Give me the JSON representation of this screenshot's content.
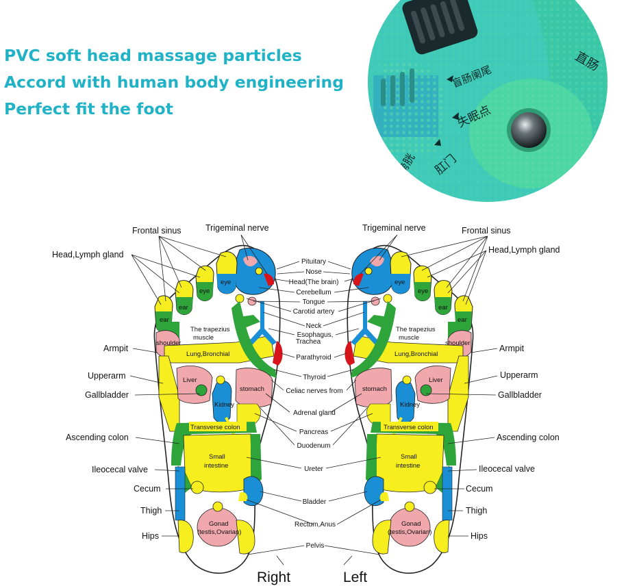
{
  "headline": [
    "PVC soft head massage particles",
    "Accord with human body engineering",
    "Perfect fit the foot"
  ],
  "photo": {
    "chinese_labels": [
      "盲肠阑尾",
      "失眠点",
      "肛门",
      "直肠",
      "膀胱"
    ]
  },
  "feet": {
    "right_label": "Right",
    "left_label": "Left",
    "outer_labels": {
      "frontal_sinus": "Frontal sinus",
      "trigeminal_nerve": "Trigeminal nerve",
      "head_lymph": "Head,Lymph gland",
      "armpit": "Armpit",
      "upperarm": "Upperarm",
      "gallbladder": "Gallbladder",
      "ascending_colon": "Ascending colon",
      "ileocecal_valve": "Ileocecal valve",
      "cecum": "Cecum",
      "thigh": "Thigh",
      "hips": "Hips"
    },
    "center_labels": {
      "pituitary": "Pituitary",
      "nose": "Nose",
      "head_brain": "Head(The brain)",
      "cerebellum": "Cerebellum",
      "tongue": "Tongue",
      "carotid": "Carotid artery",
      "neck": "Neck",
      "esophagus_1": "Esophagus,",
      "esophagus_2": "Trachea",
      "parathyroid": "Parathyroid",
      "thyroid": "Thyroid",
      "celiac": "Celiac nerves from",
      "adrenal": "Adrenal gland",
      "pancreas": "Pancreas",
      "duodenum": "Duodenum",
      "ureter": "Ureter",
      "bladder": "Bladder",
      "rectum": "Rectum,Anus",
      "pelvis": "Pelvis"
    },
    "inner_labels": {
      "eye": "eye",
      "ear": "ear",
      "trapezius_1": "The trapezius",
      "trapezius_2": "muscle",
      "shoulder": "shoulder",
      "lung": "Lung,Bronchial",
      "liver": "Liver",
      "stomach": "stomach",
      "kidney": "Kidney",
      "transverse": "Transverse colon",
      "small_1": "Small",
      "small_2": "intestine",
      "gonad_1": "Gonad",
      "gonad_2": "(testis,Ovarian)"
    }
  },
  "colors": {
    "headline": "#21b2c6",
    "yellow": "#f6ee1e",
    "green": "#2ea43a",
    "blue": "#1b8fd6",
    "pink": "#f0a8ad",
    "red": "#d7141b",
    "teal": "#2ec4b6"
  }
}
